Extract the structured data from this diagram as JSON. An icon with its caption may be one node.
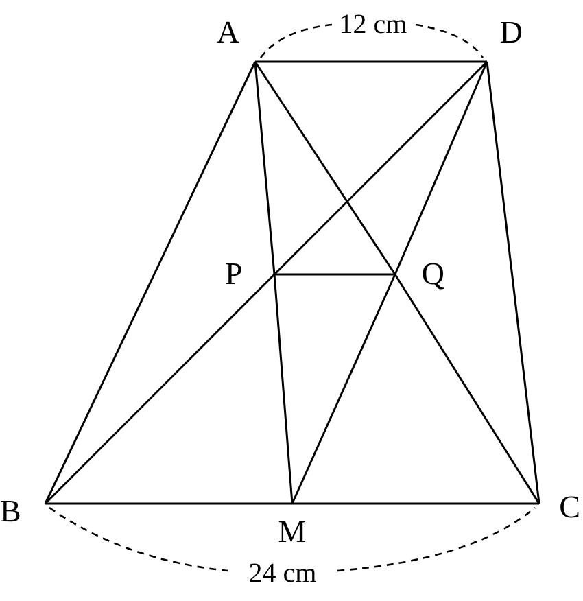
{
  "diagram": {
    "nodes": [
      {
        "text": [
          "A"
        ]
      },
      {
        "text": [
          "D"
        ]
      },
      {
        "text": [
          "P"
        ]
      },
      {
        "text": [
          "Q"
        ]
      },
      {
        "text": [
          "B"
        ]
      },
      {
        "text": [
          "M"
        ]
      },
      {
        "text": [
          "C"
        ]
      }
    ],
    "edges": [
      {
        "from": 0,
        "to": 1,
        "arrow": "none"
      },
      {
        "from": 0,
        "to": 4,
        "arrow": "none"
      },
      {
        "from": 1,
        "to": 6,
        "arrow": "none"
      },
      {
        "from": 4,
        "to": 5,
        "arrow": "none"
      },
      {
        "from": 5,
        "to": 6,
        "arrow": "none"
      },
      {
        "from": 0,
        "to": 2,
        "arrow": "none"
      },
      {
        "from": 2,
        "to": 5,
        "arrow": "none"
      },
      {
        "from": 0,
        "to": 3,
        "arrow": "none"
      },
      {
        "from": 3,
        "to": 6,
        "arrow": "none"
      },
      {
        "from": 1,
        "to": 2,
        "arrow": "none"
      },
      {
        "from": 2,
        "to": 4,
        "arrow": "none"
      },
      {
        "from": 1,
        "to": 3,
        "arrow": "none"
      },
      {
        "from": 3,
        "to": 5,
        "arrow": "none"
      },
      {
        "from": 2,
        "to": 3,
        "arrow": "none"
      }
    ],
    "labels": [
      "12 cm",
      "24 cm"
    ]
  }
}
